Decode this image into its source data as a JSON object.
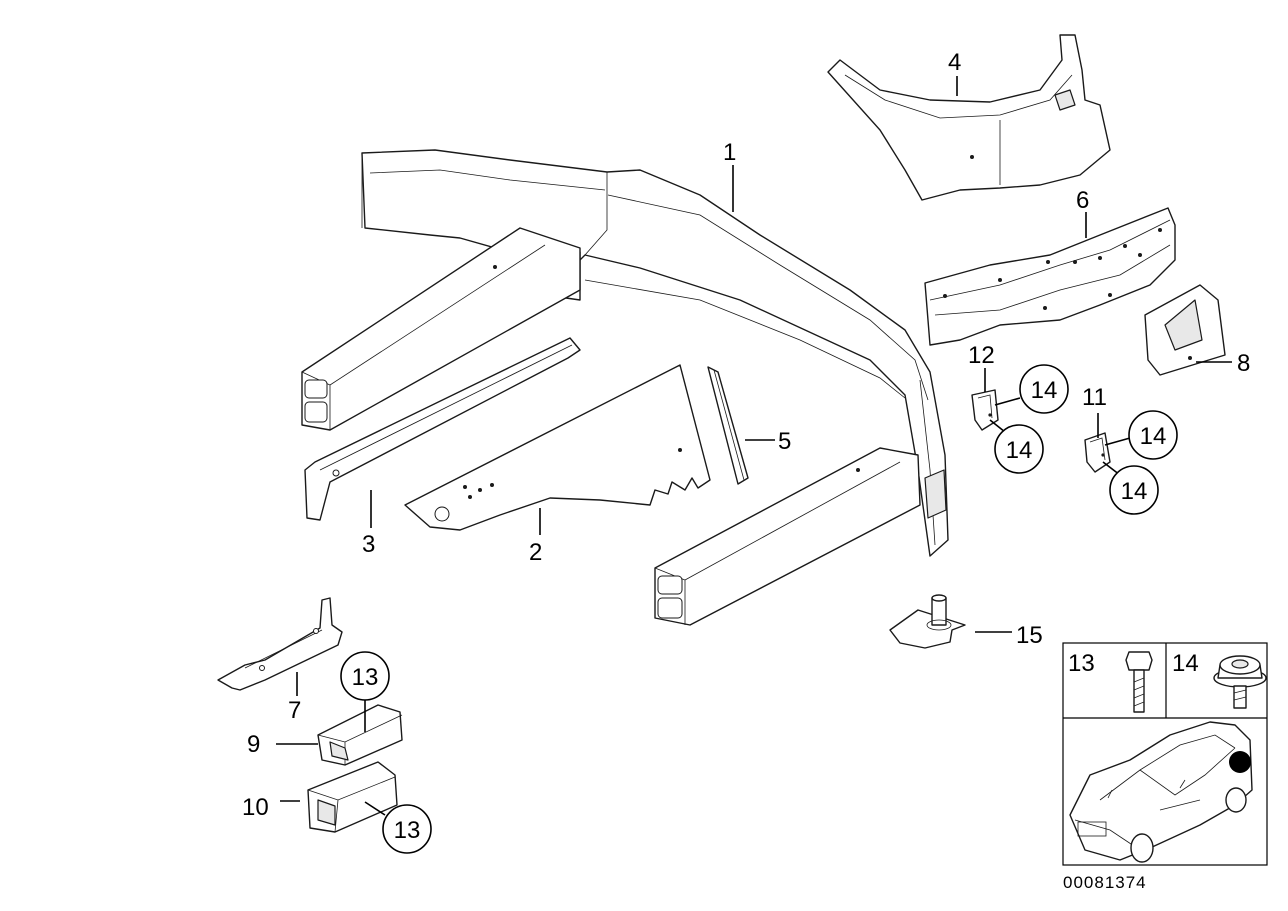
{
  "callouts": {
    "c1": "1",
    "c2": "2",
    "c3": "3",
    "c4": "4",
    "c5": "5",
    "c6": "6",
    "c7": "7",
    "c8": "8",
    "c9": "9",
    "c10": "10",
    "c11": "11",
    "c12": "12",
    "c15": "15"
  },
  "circled": {
    "a": "14",
    "b": "14",
    "c": "14",
    "d": "14",
    "e": "13",
    "f": "13"
  },
  "legend": {
    "cell13": "13",
    "cell14": "14"
  },
  "reference_number": "00081374",
  "colors": {
    "line": "#1a1a1a",
    "highlight_dot": "#000000"
  }
}
